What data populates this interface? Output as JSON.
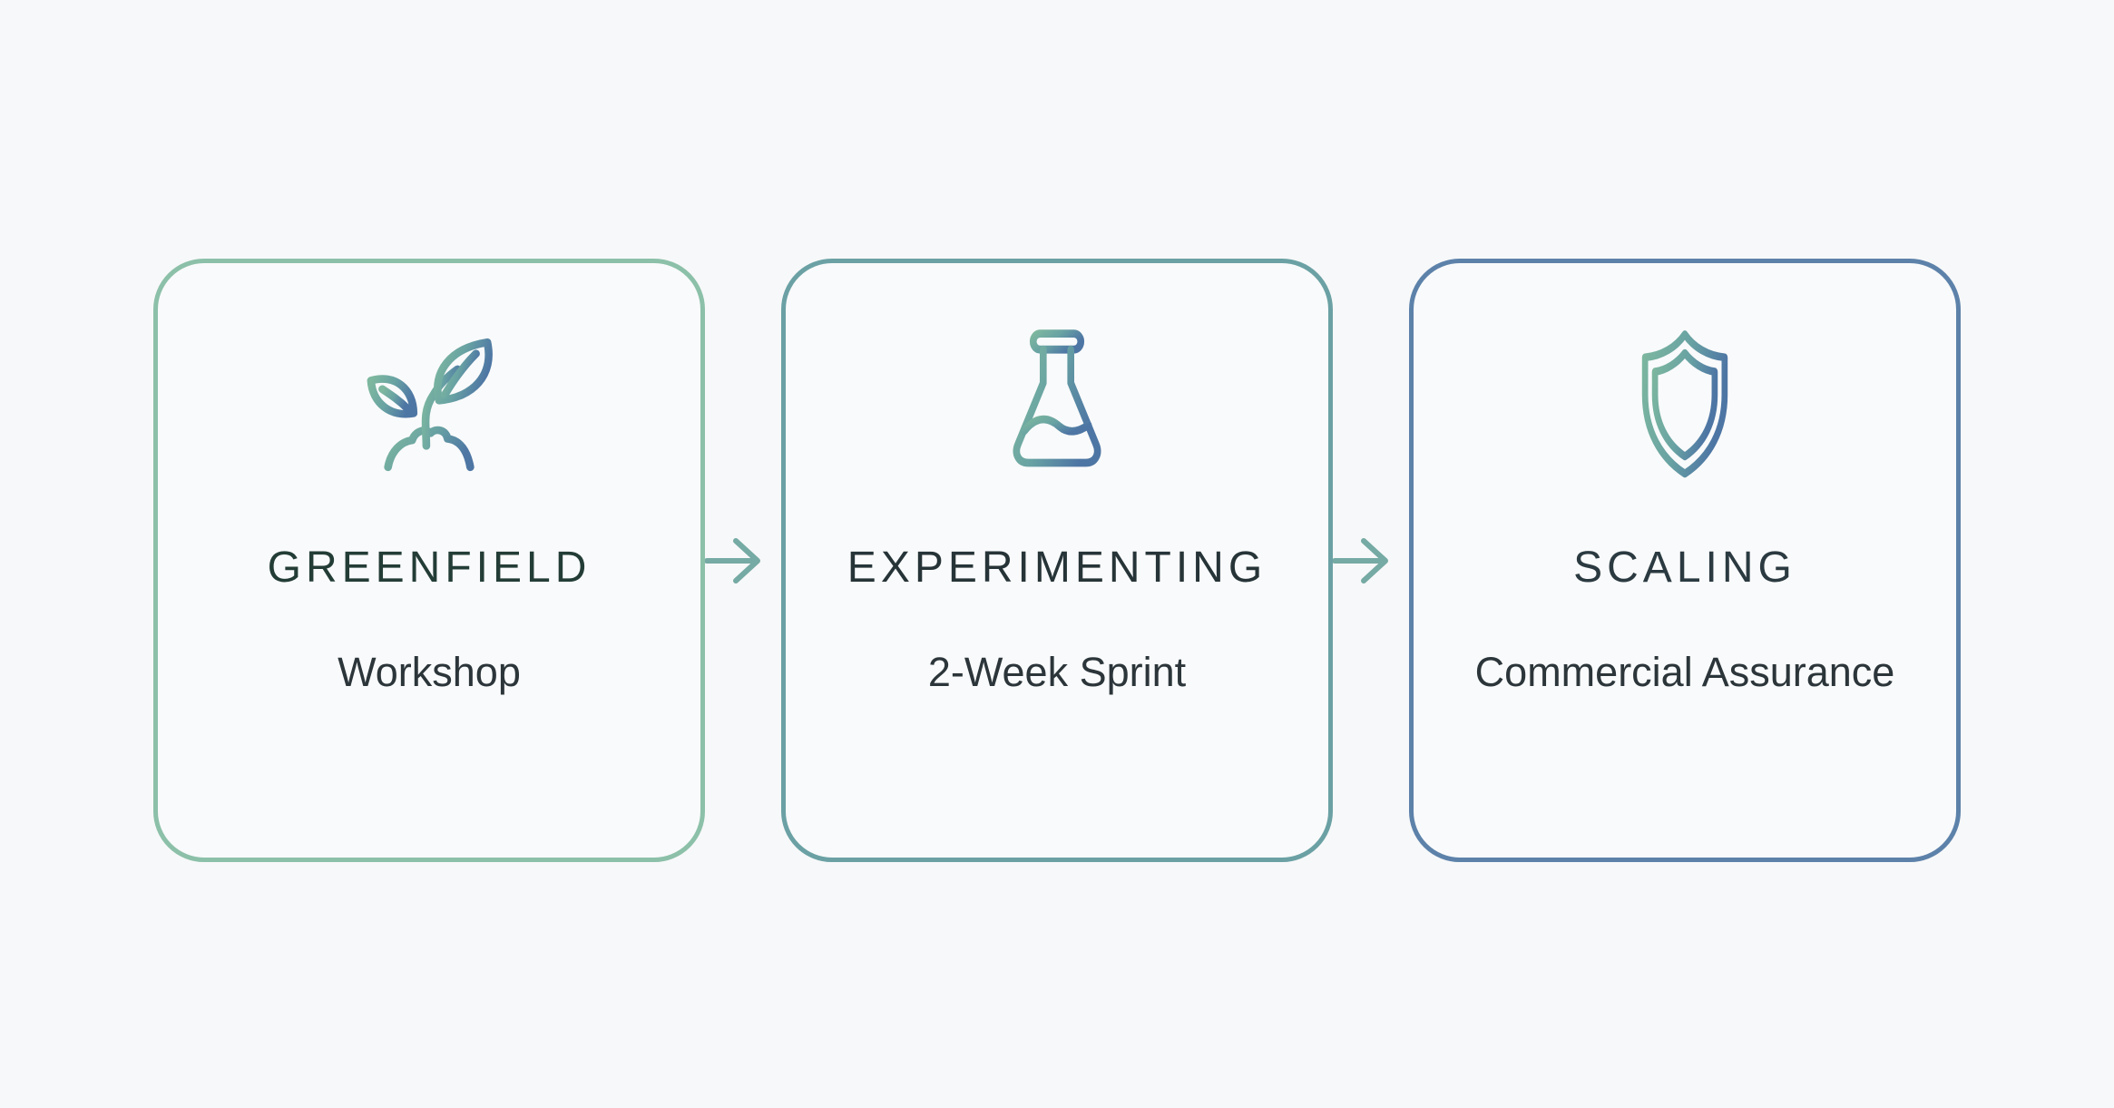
{
  "page": {
    "background": "#f7f8f9",
    "card_background": "#f9fafb"
  },
  "diagram": {
    "stages": [
      {
        "title": "GREENFIELD",
        "subtitle": "Workshop",
        "icon": "sprout-icon",
        "border_color": "#8cc0a9",
        "title_color": "#233d36"
      },
      {
        "title": "EXPERIMENTING",
        "subtitle": "2-Week Sprint",
        "icon": "flask-icon",
        "border_color": "#6ba1a4",
        "title_color": "#263438"
      },
      {
        "title": "SCALING",
        "subtitle": "Commercial Assurance",
        "icon": "shield-icon",
        "border_color": "#5d82aa",
        "title_color": "#2b3a41"
      }
    ],
    "subtitle_color": "#2b353a",
    "arrow_color": "#76aaa4",
    "icon_gradient": {
      "start": "#7db79f",
      "mid": "#68a2a3",
      "end": "#4e76a4"
    }
  }
}
